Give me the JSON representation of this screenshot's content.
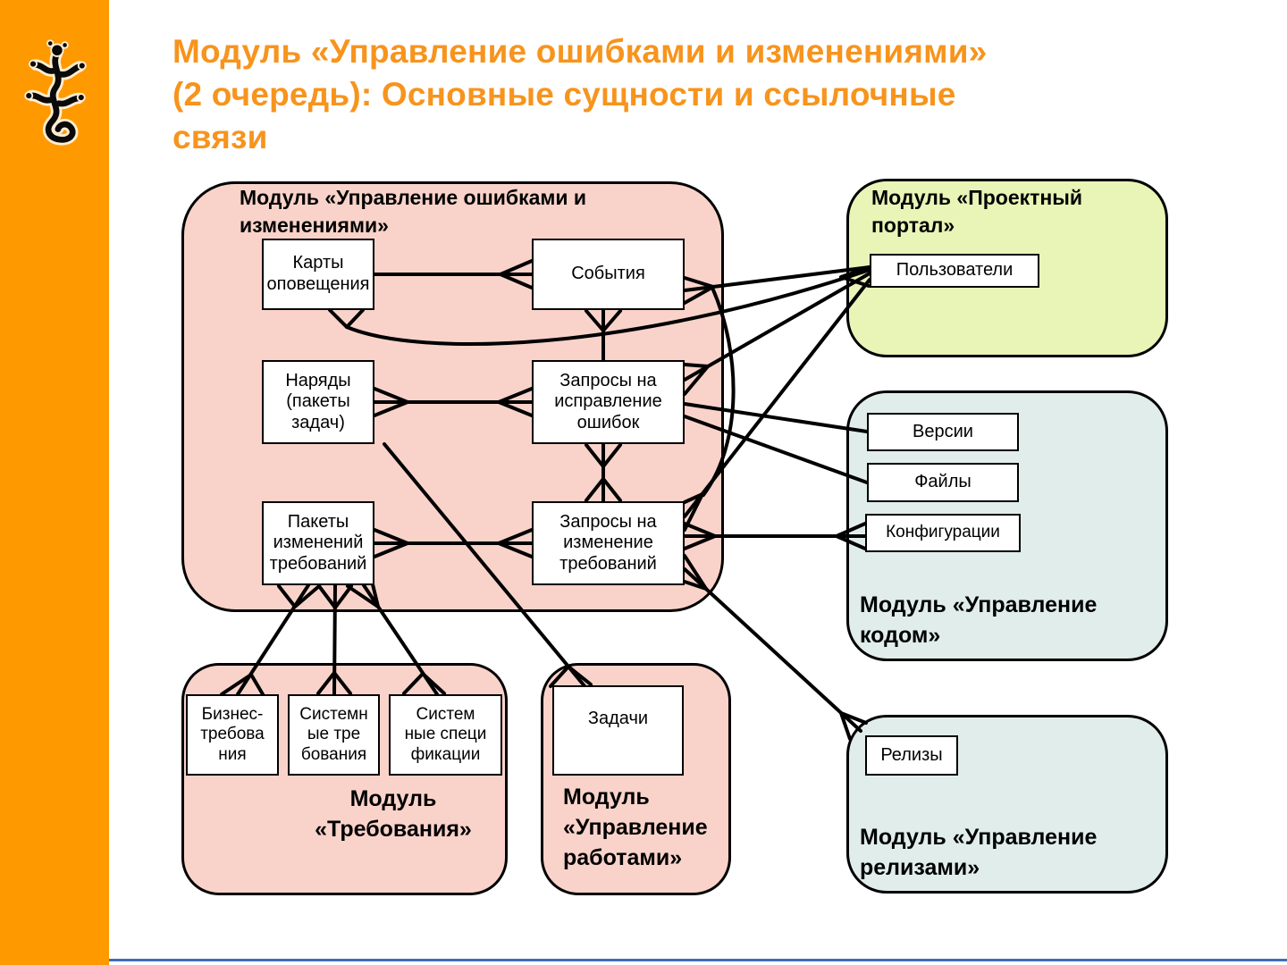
{
  "slide": {
    "title_lines": [
      "Модуль «Управление ошибками и изменениями»",
      "(2 очередь): Основные сущности и ссылочные",
      "связи"
    ]
  },
  "colors": {
    "accent_orange": "#F7941D",
    "sidebar_orange": "#FF9900",
    "module_pink": "#F9D3CA",
    "module_green": "#E9F4B7",
    "module_blue": "#E0EDEB",
    "bottom_line_blue": "#3E6FB7",
    "line_black": "#000000"
  },
  "modules": {
    "errors_changes": {
      "title_line1": "Модуль «Управление ошибками и",
      "title_line2": "изменениями»"
    },
    "portal": {
      "title_line1": "Модуль «Проектный",
      "title_line2": "портал»"
    },
    "code": {
      "label_line1": "Модуль «Управление",
      "label_line2": "кодом»"
    },
    "requirements": {
      "label_line1": "Модуль",
      "label_line2": "«Требования»"
    },
    "work": {
      "label_line1": "Модуль",
      "label_line2": "«Управление",
      "label_line3": "работами»"
    },
    "releases": {
      "label_line1": "Модуль «Управление",
      "label_line2": "релизами»"
    }
  },
  "entities": {
    "notification_cards": {
      "lines": [
        "Карты",
        "оповещения"
      ]
    },
    "events": {
      "lines": [
        "События"
      ]
    },
    "work_orders": {
      "lines": [
        "Наряды",
        "(пакеты",
        "задач)"
      ]
    },
    "bugfix_requests": {
      "lines": [
        "Запросы на",
        "исправление",
        "ошибок"
      ]
    },
    "change_packages": {
      "lines": [
        "Пакеты",
        "изменений",
        "требований"
      ]
    },
    "change_requests": {
      "lines": [
        "Запросы на",
        "изменение",
        "требований"
      ]
    },
    "users": {
      "lines": [
        "Пользователи"
      ]
    },
    "versions": {
      "lines": [
        "Версии"
      ]
    },
    "files": {
      "lines": [
        "Файлы"
      ]
    },
    "configurations": {
      "lines": [
        "Конфигурации"
      ]
    },
    "tasks": {
      "lines": [
        "Задачи"
      ]
    },
    "releases": {
      "lines": [
        "Релизы"
      ]
    },
    "business_reqs": {
      "lines": [
        "Бизнес-",
        "требова",
        "ния"
      ]
    },
    "system_reqs": {
      "lines": [
        "Системн",
        "ые тре",
        "бования"
      ]
    },
    "system_specs": {
      "lines": [
        "Систем",
        "ные специ",
        "фикации"
      ]
    }
  },
  "icons": {
    "logo": "lizard-logo"
  }
}
